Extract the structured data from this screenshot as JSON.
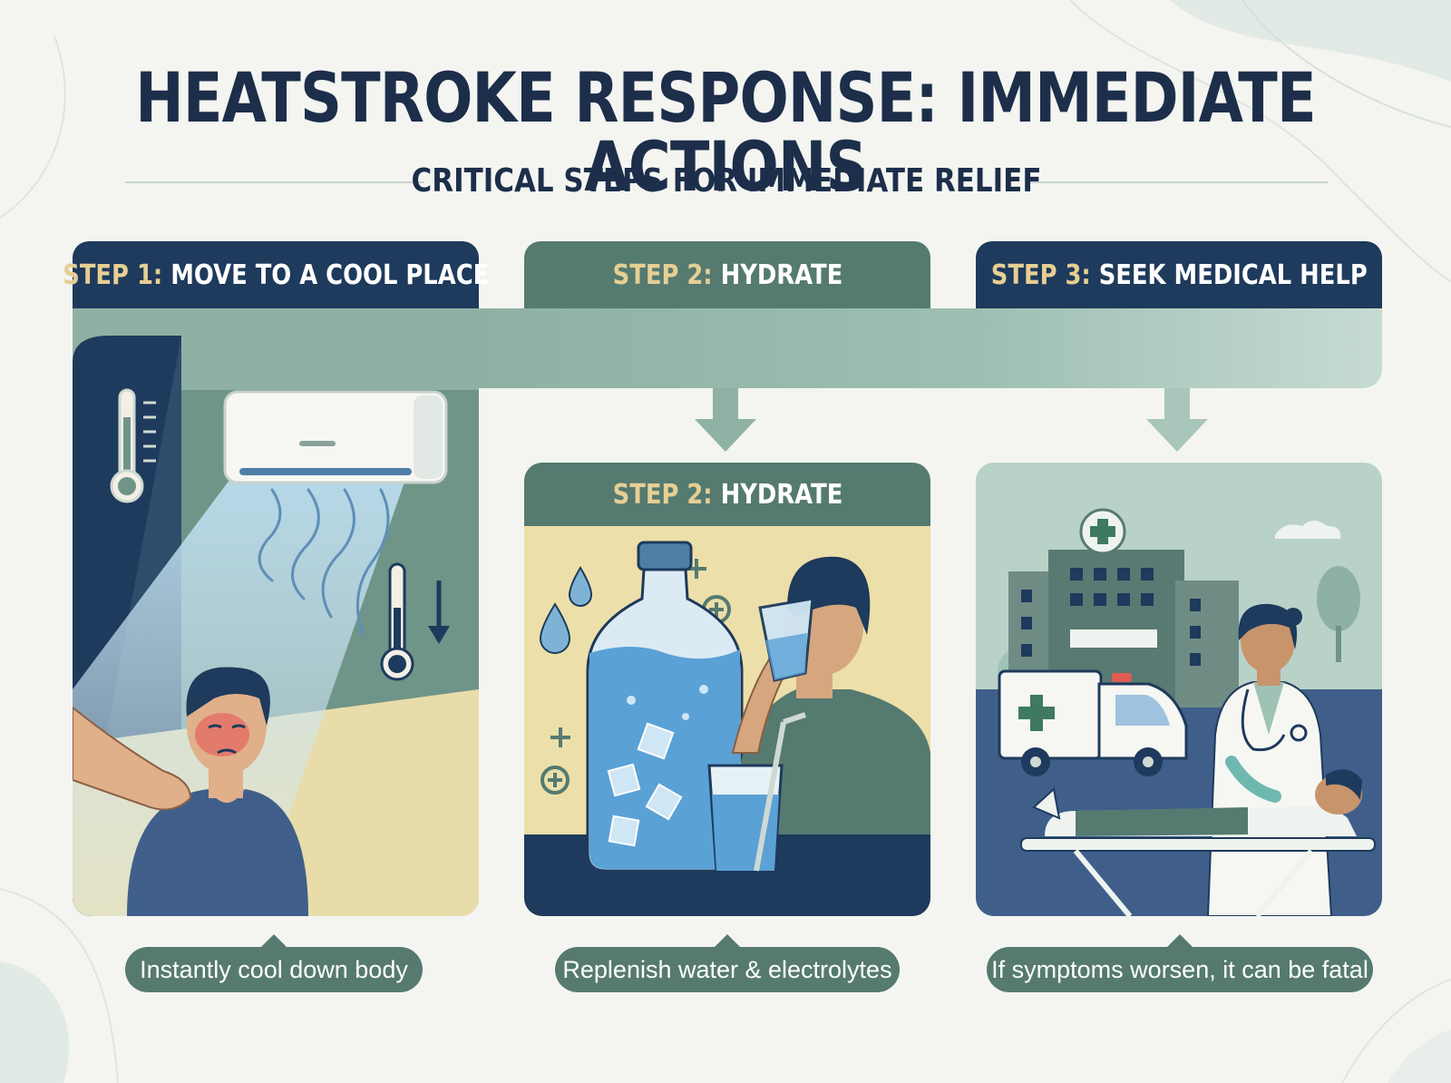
{
  "header": {
    "title": "HEATSTROKE RESPONSE: IMMEDIATE ACTIONS",
    "subtitle": "CRITICAL STEPS FOR IMMEDIATE RELIEF"
  },
  "steps": [
    {
      "prefix": "STEP 1:",
      "name": " MOVE TO A COOL PLACE",
      "caption": "Instantly cool down body"
    },
    {
      "prefix": "STEP 2:",
      "name": " HYDRATE",
      "caption": "Replenish water & electrolytes"
    },
    {
      "prefix": "STEP 3:",
      "name": " SEEK MEDICAL HELP",
      "caption": "If symptoms worsen, it can be fatal"
    }
  ],
  "panel2_header": {
    "prefix": "STEP 2:",
    "name": " HYDRATE"
  },
  "colors": {
    "navy": "#1e3a5c",
    "teal": "#557a70",
    "sage": "#9fc2b4",
    "sand": "#ecdfa9",
    "gold_text": "#e6cf94",
    "background": "#f4f5f1"
  }
}
